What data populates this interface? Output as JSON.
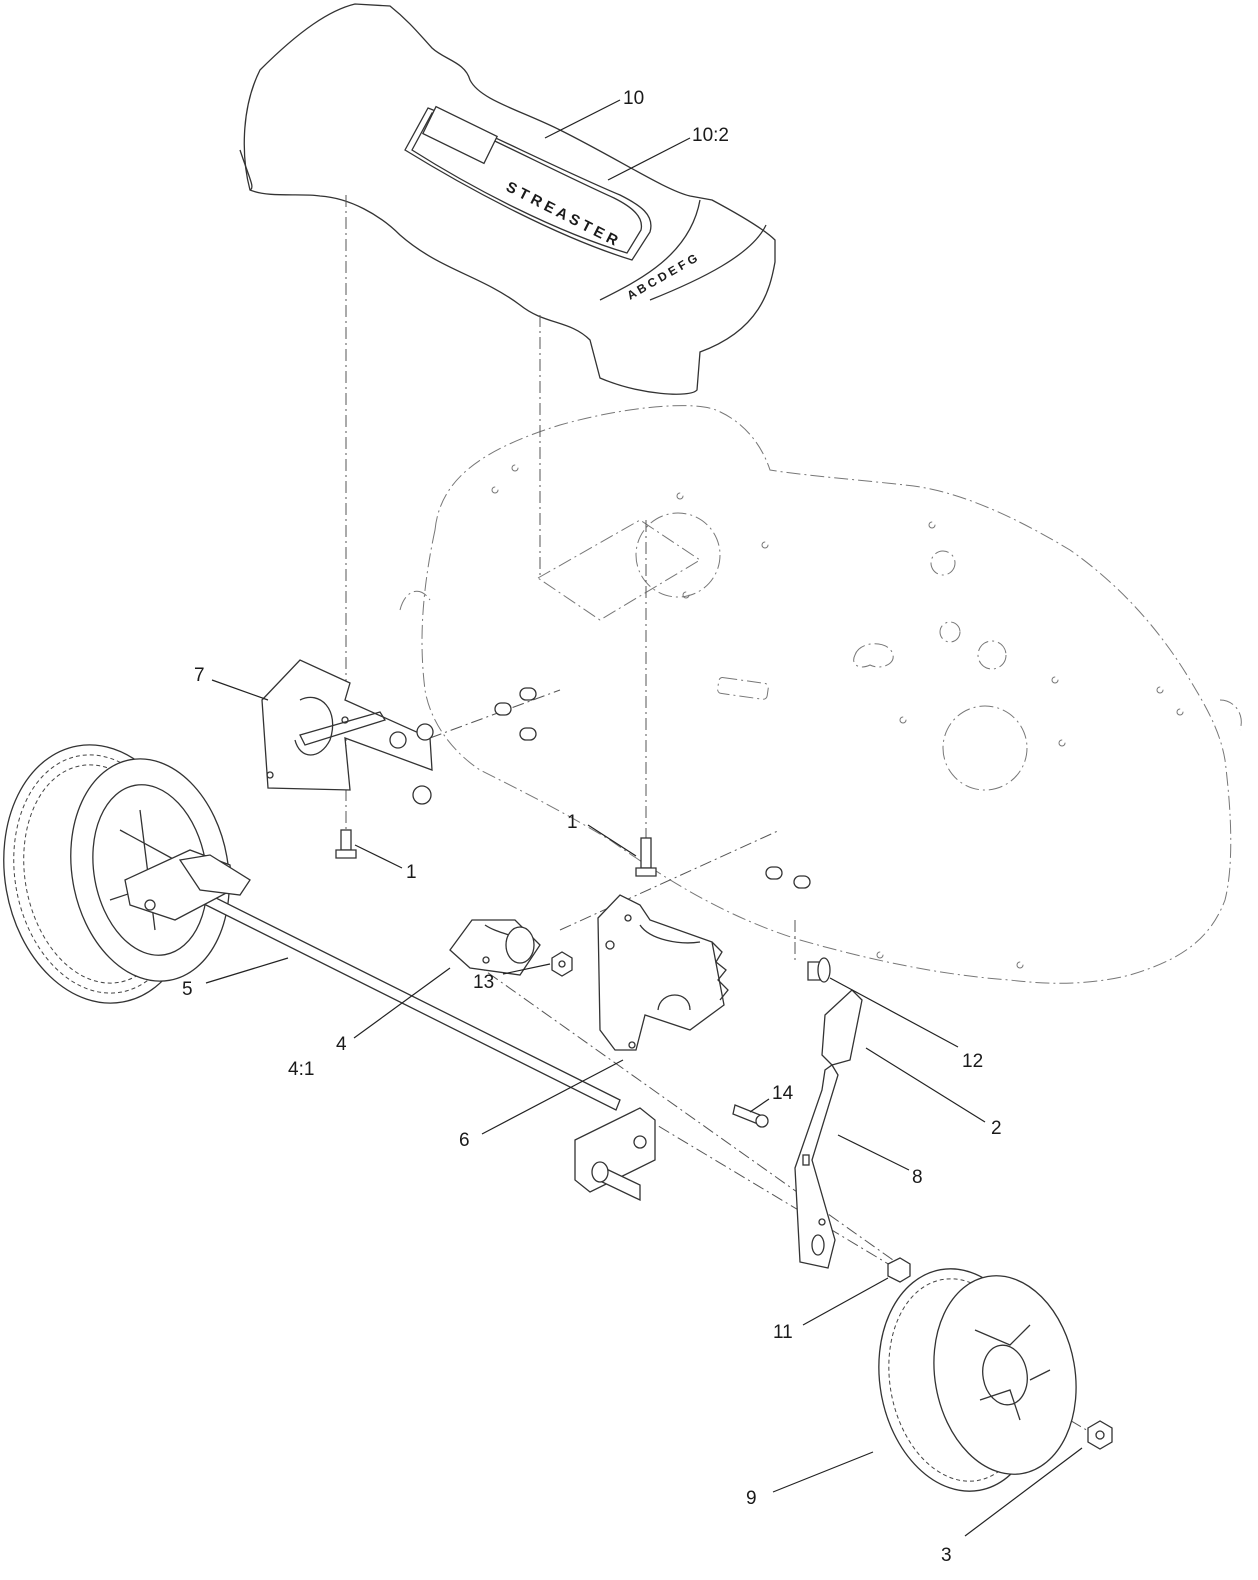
{
  "diagram": {
    "callouts": [
      {
        "id": "c10",
        "text": "10"
      },
      {
        "id": "c10-2",
        "text": "10:2"
      },
      {
        "id": "c7",
        "text": "7"
      },
      {
        "id": "c1a",
        "text": "1"
      },
      {
        "id": "c1b",
        "text": "1"
      },
      {
        "id": "c5",
        "text": "5"
      },
      {
        "id": "c4",
        "text": "4"
      },
      {
        "id": "c4-1",
        "text": "4:1"
      },
      {
        "id": "c13",
        "text": "13"
      },
      {
        "id": "c12",
        "text": "12"
      },
      {
        "id": "c14",
        "text": "14"
      },
      {
        "id": "c2",
        "text": "2"
      },
      {
        "id": "c6",
        "text": "6"
      },
      {
        "id": "c8",
        "text": "8"
      },
      {
        "id": "c11",
        "text": "11"
      },
      {
        "id": "c9",
        "text": "9"
      },
      {
        "id": "c3",
        "text": "3"
      }
    ],
    "cover_scale_letters": "A B C D E F G"
  }
}
